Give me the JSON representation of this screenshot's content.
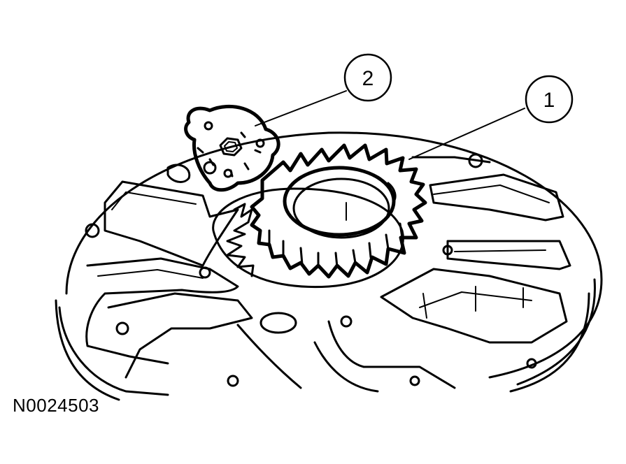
{
  "figure": {
    "figure_id": "N0024503",
    "callouts": [
      {
        "number": "1",
        "item": "gear"
      },
      {
        "number": "2",
        "item": "cover-plate"
      }
    ]
  }
}
